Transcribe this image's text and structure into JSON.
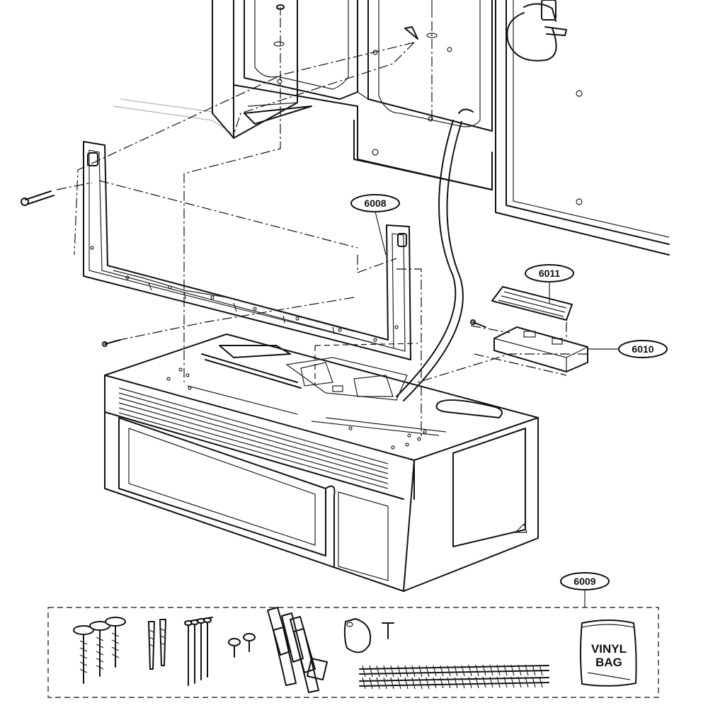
{
  "callouts": {
    "bracket": "6008",
    "hardware_kit": "6009",
    "box": "6010",
    "cover": "6011"
  },
  "vinyl_bag": {
    "line1": "VINYL",
    "line2": "BAG"
  }
}
